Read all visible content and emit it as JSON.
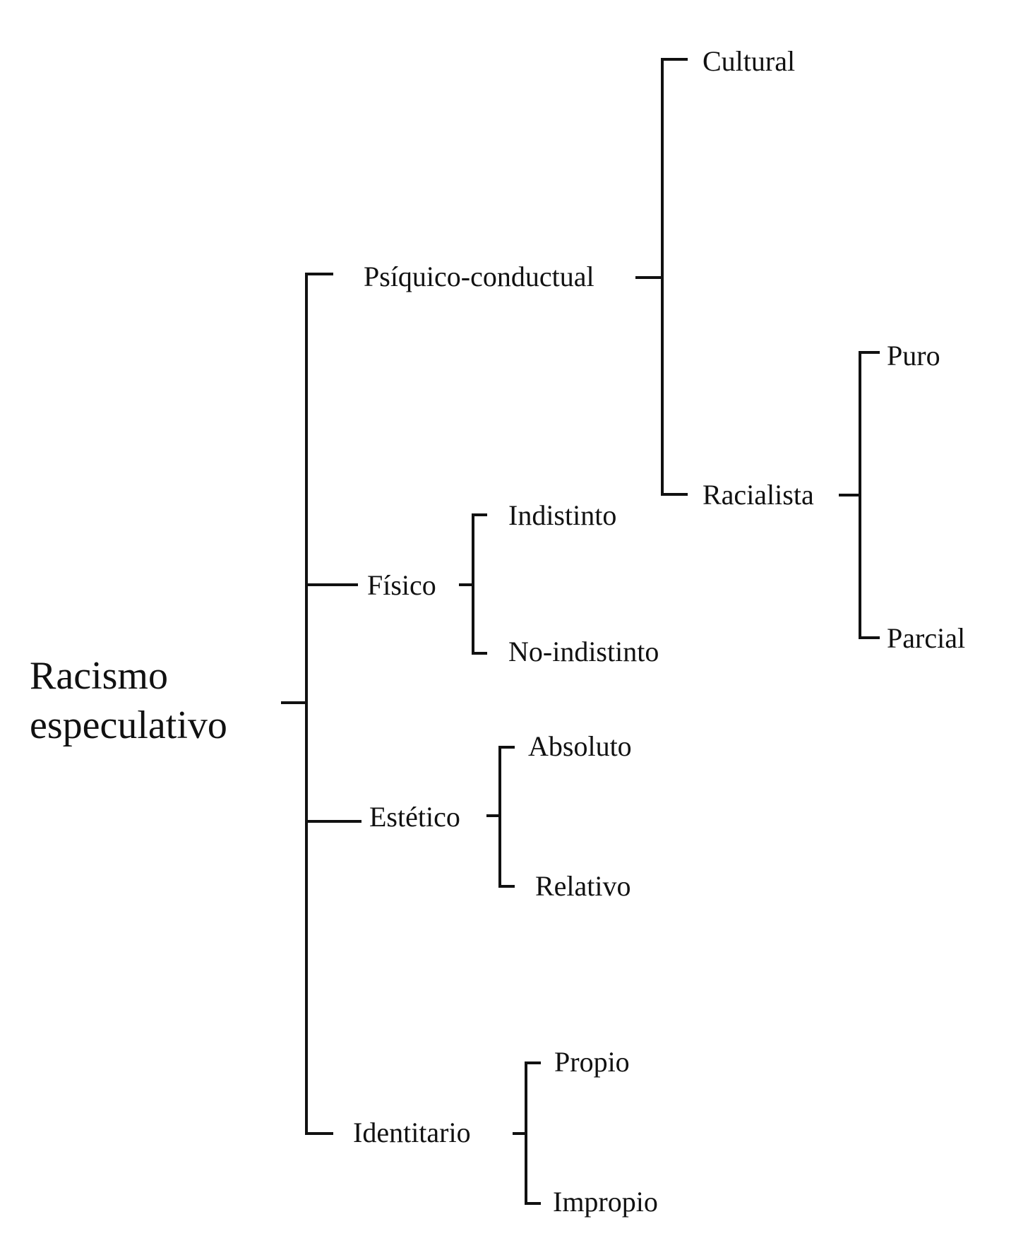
{
  "diagram": {
    "root": {
      "line1": "Racismo",
      "line2": "especulativo"
    },
    "nodes": {
      "psiquico_conductual": "Psíquico-conductual",
      "fisico": "Físico",
      "estetico": "Estético",
      "identitario": "Identitario",
      "cultural": "Cultural",
      "racialista": "Racialista",
      "puro": "Puro",
      "parcial": "Parcial",
      "indistinto": "Indistinto",
      "no_indistinto": "No-indistinto",
      "absoluto": "Absoluto",
      "relativo": "Relativo",
      "propio": "Propio",
      "impropio": "Impropio"
    },
    "colors": {
      "ink": "#111111",
      "background": "#ffffff"
    }
  }
}
